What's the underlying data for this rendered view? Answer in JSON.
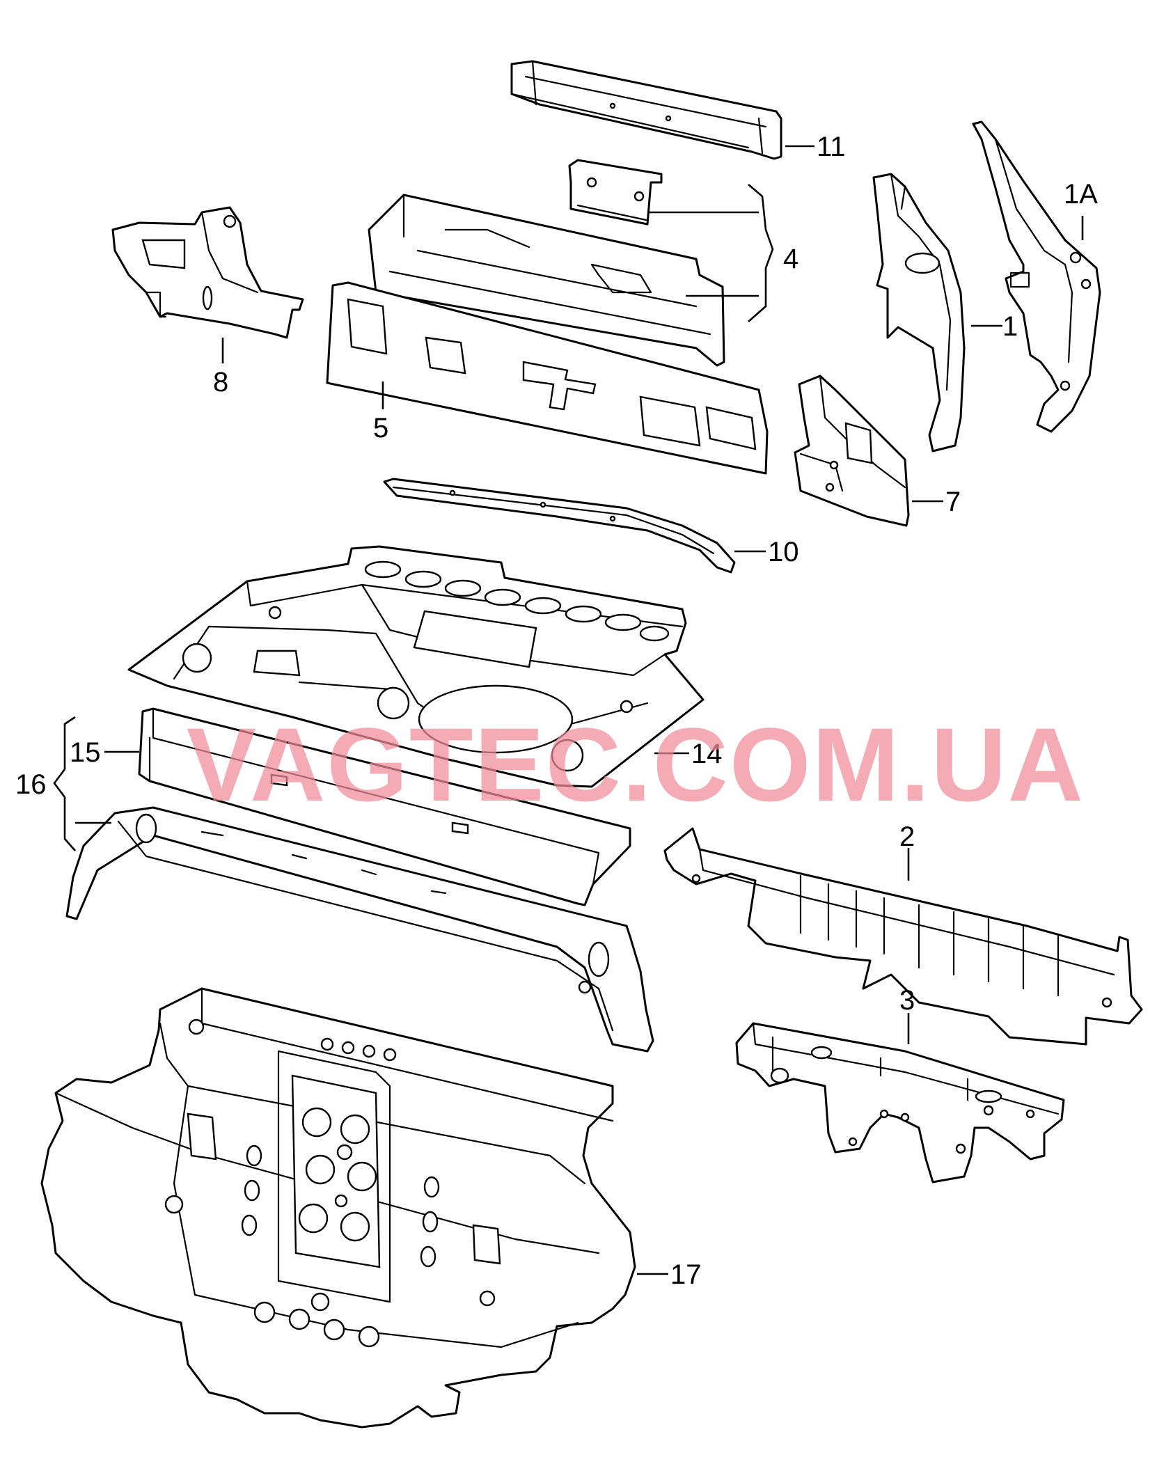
{
  "watermark": "VAGTEC.COM.UA",
  "callouts": {
    "c1": "1",
    "c1a": "1A",
    "c2": "2",
    "c3": "3",
    "c4": "4",
    "c5": "5",
    "c7": "7",
    "c8": "8",
    "c10": "10",
    "c11": "11",
    "c14": "14",
    "c15": "15",
    "c16": "16",
    "c17": "17"
  },
  "colors": {
    "line": "#000000",
    "watermark": "#f08a96",
    "background": "#ffffff"
  }
}
